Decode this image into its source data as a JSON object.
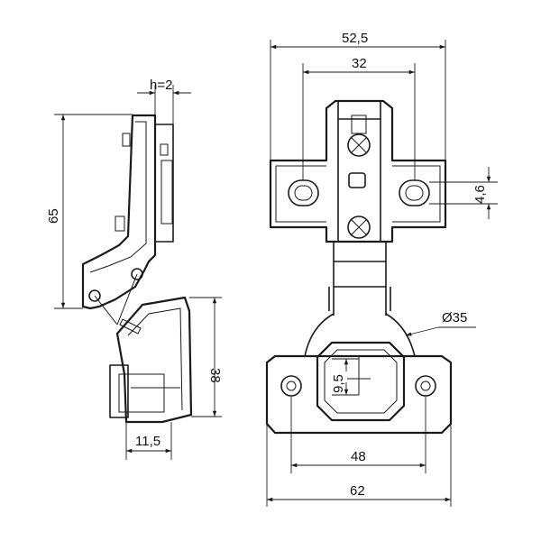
{
  "dimensions": {
    "h_offset": "h=2",
    "height_65": "65",
    "height_38": "38",
    "width_11_5": "11,5",
    "width_52_5": "52,5",
    "width_32": "32",
    "slot_4_6": "4,6",
    "cup_diameter": "Ø35",
    "cup_offset": "9,5",
    "width_48": "48",
    "width_62": "62"
  }
}
